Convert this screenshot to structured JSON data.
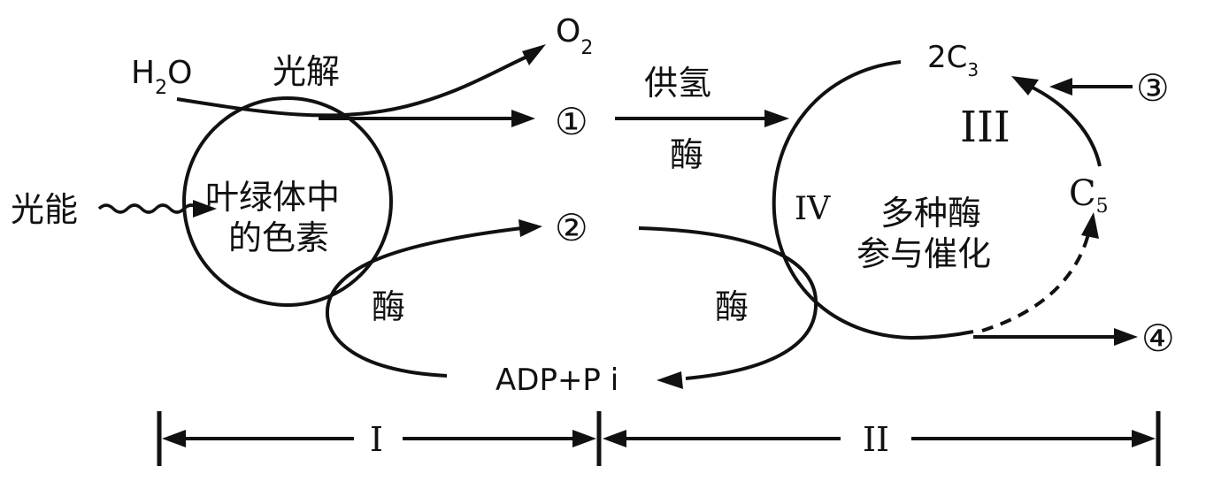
{
  "labels": {
    "water": "H",
    "water_sub": "2",
    "water_o": "O",
    "photolysis": "光解",
    "oxygen": "O",
    "oxygen_sub": "2",
    "product1": "①",
    "hydrogen_supply": "供氢",
    "enzyme_top": "酶",
    "carbon3_prefix": "2C",
    "carbon3_sub": "3",
    "input3": "③",
    "stage3": "III",
    "carbon5": "C",
    "carbon5_sub": "5",
    "light_energy": "光能",
    "pigment_line1": "叶绿体中",
    "pigment_line2": "的色素",
    "product2": "②",
    "stage4": "IV",
    "enzymes_line1": "多种酶",
    "enzymes_line2": "参与催化",
    "enzyme_left": "酶",
    "enzyme_right": "酶",
    "product4": "④",
    "adp": "ADP+P i",
    "stage1": "I",
    "stage2": "II"
  },
  "colors": {
    "line": "#111111",
    "background": "#ffffff"
  }
}
